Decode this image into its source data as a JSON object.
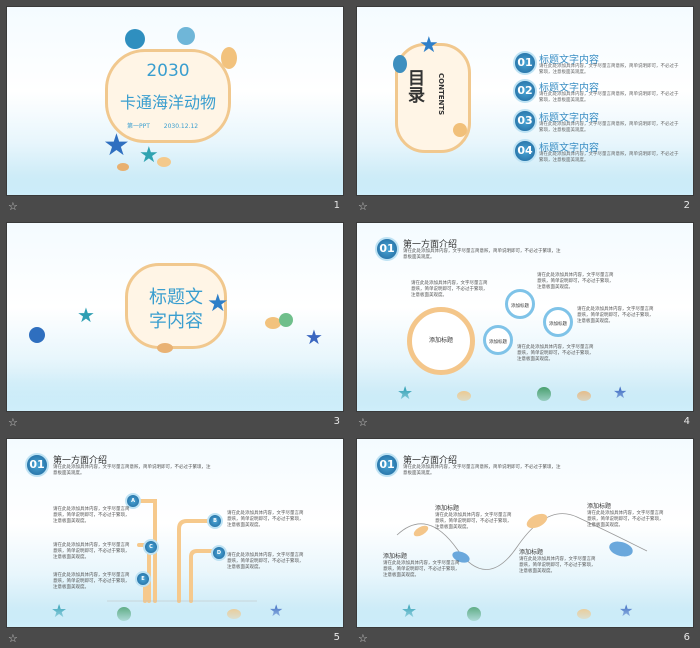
{
  "slides": [
    {
      "number": "1",
      "year": "2030",
      "title": "卡通海洋动物",
      "subtitle": "第一PPT",
      "date": "2030.12.12"
    },
    {
      "number": "2",
      "toc_title": "目录",
      "toc_en": "CONTENTS",
      "items": [
        {
          "badge": "01",
          "title": "标题文字内容",
          "desc": "请在此处添加具体内容，文字尽量言简意赅，简单说明即可，不必过于繁琐，注意板面美观度。"
        },
        {
          "badge": "02",
          "title": "标题文字内容",
          "desc": "请在此处添加具体内容，文字尽量言简意赅，简单说明即可，不必过于繁琐，注意板面美观度。"
        },
        {
          "badge": "03",
          "title": "标题文字内容",
          "desc": "请在此处添加具体内容，文字尽量言简意赅，简单说明即可，不必过于繁琐，注意板面美观度。"
        },
        {
          "badge": "04",
          "title": "标题文字内容",
          "desc": "请在此处添加具体内容，文字尽量言简意赅，简单说明即可，不必过于繁琐，注意板面美观度。"
        }
      ]
    },
    {
      "number": "3",
      "line1": "标题文",
      "line2": "字内容"
    },
    {
      "number": "4",
      "badge": "01",
      "heading": "第一方面介绍",
      "desc": "请在此处添加具体内容，文字尽量言简意赅，简单说明即可，不必过于繁琐，注意板面美观度。",
      "main_label": "添加标题",
      "small_label": "添加标题",
      "text_a": "请在此处添加具体内容，文字尽量言简意赅，简单说明即可，不必过于繁琐，注意板面美观度。",
      "text_b": "请在此处添加具体内容，文字尽量言简意赅，简单说明即可，不必过于繁琐，注意板面美观度。",
      "text_c": "请在此处添加具体内容，文字尽量言简意赅，简单说明即可，不必过于繁琐，注意板面美观度。",
      "text_d": "请在此处添加具体内容，文字尽量言简意赅，简单说明即可，不必过于繁琐，注意板面美观度。"
    },
    {
      "number": "5",
      "badge": "01",
      "heading": "第一方面介绍",
      "desc": "请在此处添加具体内容，文字尽量言简意赅，简单说明即可，不必过于繁琐，注意板面美观度。",
      "text": "请在此处添加具体内容，文字尽量言简意赅，简单说明即可，不必过于繁琐，注意板面美观度。"
    },
    {
      "number": "6",
      "badge": "01",
      "heading": "第一方面介绍",
      "desc": "请在此处添加具体内容，文字尽量言简意赅，简单说明即可，不必过于繁琐，注意板面美观度。",
      "label": "添加标题",
      "text": "请在此处添加具体内容，文字尽量言简意赅，简单说明即可，不必过于繁琐，注意板面美观度。"
    }
  ],
  "colors": {
    "accent": "#3a9ecf",
    "frame": "#f1c88e",
    "ring": "#7fc3e8",
    "bg": "#4a4a4a"
  }
}
